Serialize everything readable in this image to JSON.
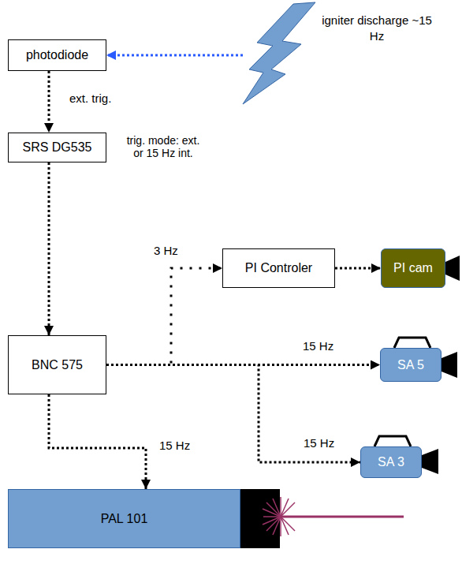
{
  "diagram": {
    "nodes": [
      {
        "text": [
          "photodiode"
        ]
      },
      {
        "text": [
          "igniter discharge ~15 Hz"
        ]
      },
      {
        "text": [
          "SRS DG535"
        ]
      },
      {
        "text": [
          "PI Controler"
        ]
      },
      {
        "text": [
          "PI cam"
        ]
      },
      {
        "text": [
          "BNC 575"
        ]
      },
      {
        "text": [
          "SA 5"
        ]
      },
      {
        "text": [
          "SA 3"
        ]
      },
      {
        "text": [
          "PAL 101"
        ]
      }
    ],
    "edges": [
      {
        "from": 1,
        "to": 0,
        "arrow": "to"
      },
      {
        "from": 0,
        "to": 2,
        "label": "ext. trig.",
        "arrow": "to"
      },
      {
        "from": 2,
        "to": 5,
        "arrow": "to"
      },
      {
        "from": 5,
        "to": 3,
        "label": "3 Hz",
        "arrow": "to"
      },
      {
        "from": 3,
        "to": 4,
        "arrow": "to"
      },
      {
        "from": 5,
        "to": 6,
        "label": "15 Hz",
        "arrow": "to"
      },
      {
        "from": 5,
        "to": 7,
        "label": "15 Hz",
        "arrow": "to"
      },
      {
        "from": 5,
        "to": 8,
        "label": "15 Hz",
        "arrow": "to"
      }
    ],
    "labels": [
      "trig. mode: ext. or 15 Hz int."
    ]
  }
}
